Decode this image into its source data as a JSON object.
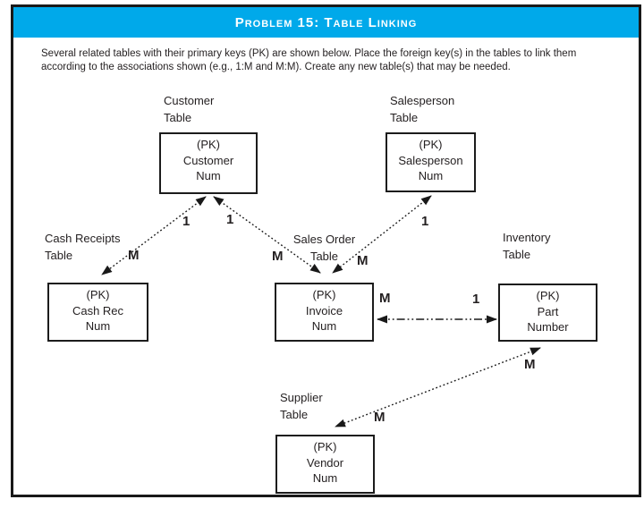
{
  "header": {
    "title": "Problem 15: Table Linking"
  },
  "instructions": "Several related tables with their primary keys (PK) are shown below. Place the foreign key(s) in the tables to link them according to the associations shown (e.g., 1:M and M:M). Create any new table(s) that may be needed.",
  "colors": {
    "header_bg": "#00A9EA",
    "header_text": "#FFFFFF",
    "diagram_ink": "#191919",
    "body_text": "#231F20"
  },
  "tables": [
    {
      "id": "customer",
      "name": "Customer\nTable",
      "fields": "(PK)\nCustomer\nNum"
    },
    {
      "id": "salesperson",
      "name": "Salesperson\nTable",
      "fields": "(PK)\nSalesperson\nNum"
    },
    {
      "id": "cash-receipts",
      "name": "Cash Receipts\nTable",
      "fields": "(PK)\nCash Rec\nNum"
    },
    {
      "id": "sales-order",
      "name": "Sales Order\nTable",
      "fields": "(PK)\nInvoice\nNum"
    },
    {
      "id": "inventory",
      "name": "Inventory\nTable",
      "fields": "(PK)\nPart\nNumber"
    },
    {
      "id": "supplier",
      "name": "Supplier\nTable",
      "fields": "(PK)\nVendor\nNum"
    }
  ],
  "relationships": [
    {
      "from": "Customer Table",
      "to": "Cash Receipts Table",
      "from_card": "1",
      "to_card": "M",
      "type": "1:M"
    },
    {
      "from": "Customer Table",
      "to": "Sales Order Table",
      "from_card": "1",
      "to_card": "M",
      "type": "1:M"
    },
    {
      "from": "Salesperson Table",
      "to": "Sales Order Table",
      "from_card": "1",
      "to_card": "M",
      "type": "1:M"
    },
    {
      "from": "Sales Order Table",
      "to": "Inventory Table",
      "from_card": "M",
      "to_card": "1",
      "type": "M:1"
    },
    {
      "from": "Inventory Table",
      "to": "Supplier Table",
      "from_card": "M",
      "to_card": "M",
      "type": "M:M"
    }
  ]
}
